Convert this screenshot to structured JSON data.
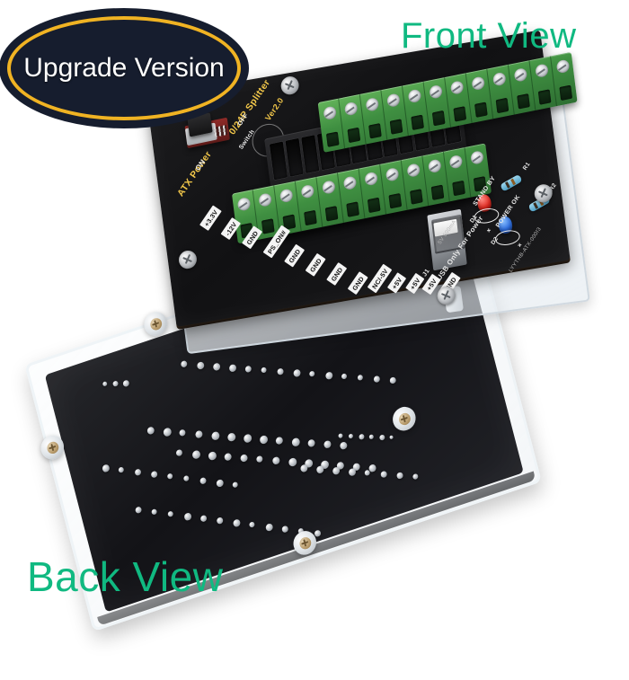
{
  "background_color": "#ffffff",
  "labels": {
    "front_view": "Front View",
    "back_view": "Back View",
    "view_label_color": "#10b981"
  },
  "badge": {
    "text": "Upgrade Version",
    "fill_color": "#161d2e",
    "ring_color": "#f0b323",
    "text_color": "#ffffff"
  },
  "front_board": {
    "silkscreen": {
      "title_line1": "ATX Power",
      "title_line2": "0/24P Splitter",
      "version": "Ver2.0",
      "switch_on": "ON",
      "switch_label": "Switch",
      "switch_off": "OFF",
      "usb_note": "USB Only For Power",
      "usb_rating": "5V 500mA",
      "usb_ref": "J1",
      "led_standby": "STAND BY",
      "led_powerok": "POWER OK",
      "led_standby_ref": "D1",
      "led_powerok_ref": "D2",
      "resistor_r1": "R1",
      "resistor_r2": "R2",
      "polarity_plus": "+",
      "fineprint": "LYYTHB-ATX-000I3"
    },
    "pin_labels_row1": [
      "+3.3V",
      "-12V",
      "GND",
      "PS_ON#",
      "GND",
      "GND",
      "GND"
    ],
    "pin_labels_row2": [
      "GND",
      "NC/-5V",
      "+5V",
      "+5V",
      "+5V",
      "GND"
    ],
    "terminal_count_top": 13,
    "terminal_count_bottom": 13,
    "atx_pin_count": 12,
    "colors": {
      "pcb": "#141416",
      "terminal_green": "#45934a",
      "silk_yellow": "#f2c74a",
      "silk_white": "#e9e9e9",
      "led_standby_color": "#e02b22",
      "led_powerok_color": "#2f6fe0"
    }
  },
  "back_board": {
    "colors": {
      "pcb": "#17181c",
      "acrylic": "#eef3f7",
      "screw": "#b79a6a"
    }
  }
}
